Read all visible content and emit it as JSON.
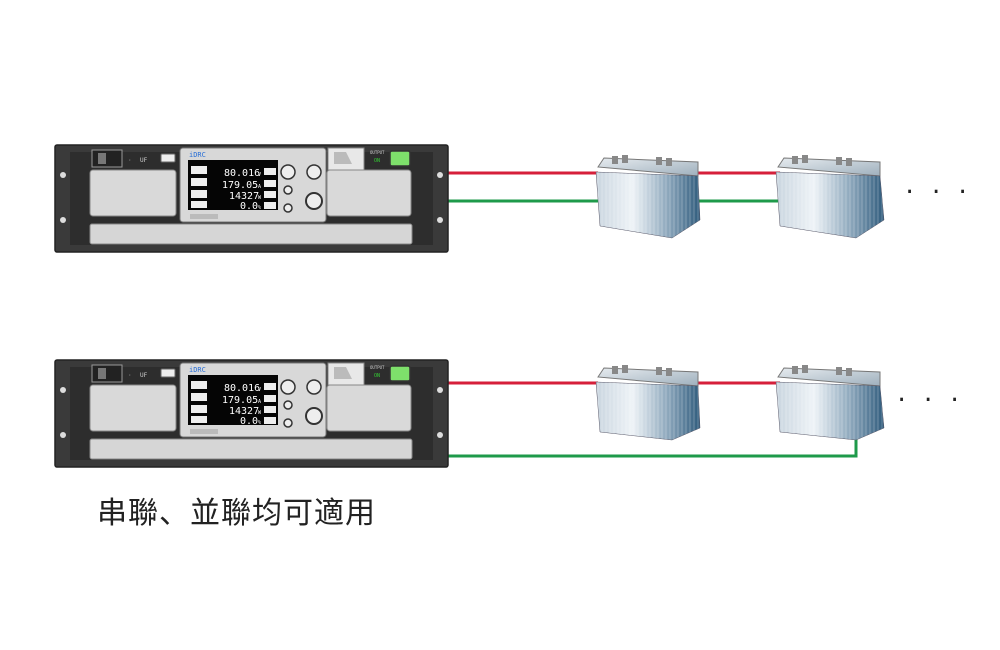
{
  "caption": "串聯、並聯均可適用",
  "wire_colors": {
    "positive": "#d61f3a",
    "negative": "#1e9a4a"
  },
  "units": [
    {
      "brand": "iDRC",
      "readings": [
        {
          "value": "80.016",
          "unit": "V"
        },
        {
          "value": "179.05",
          "unit": "A"
        },
        {
          "value": "14327",
          "unit": "W"
        },
        {
          "value": "0.0",
          "unit": "%"
        }
      ],
      "label_on": "ON"
    },
    {
      "brand": "iDRC",
      "readings": [
        {
          "value": "80.016",
          "unit": "V"
        },
        {
          "value": "179.05",
          "unit": "A"
        },
        {
          "value": "14327",
          "unit": "W"
        },
        {
          "value": "0.0",
          "unit": "%"
        }
      ],
      "label_on": "ON"
    }
  ],
  "ellipsis": "· · ·"
}
